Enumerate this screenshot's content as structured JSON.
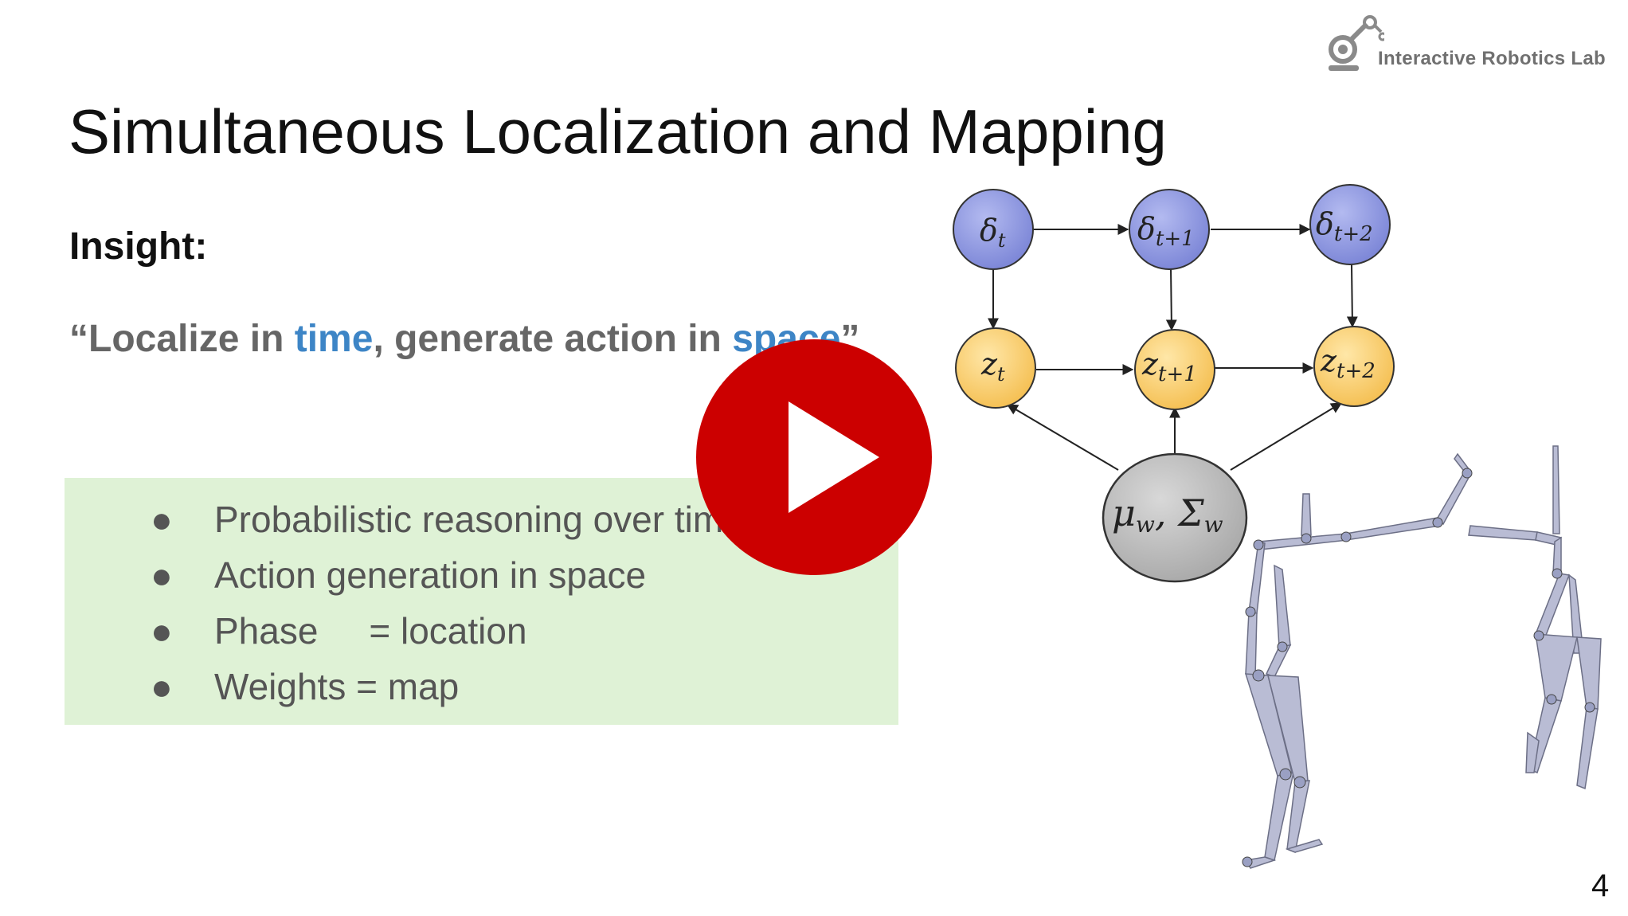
{
  "header": {
    "lab_name": "Interactive Robotics Lab",
    "logo_icon": "robot-arm-logo-icon"
  },
  "slide": {
    "title": "Simultaneous Localization and Mapping",
    "insight_label": "Insight:",
    "quote": {
      "open": "“Localize in ",
      "time": "time",
      "middle": ", generate action in ",
      "space": "space",
      "close": "”"
    },
    "bullets": [
      "Probabilistic reasoning over time",
      "Action generation in space",
      "Phase     = location",
      "Weights = map"
    ],
    "page_number": "4"
  },
  "diagram": {
    "delta_nodes": [
      "δ",
      "δ",
      "δ"
    ],
    "delta_subs": [
      "t",
      "t+1",
      "t+2"
    ],
    "z_nodes": [
      "z",
      "z",
      "z"
    ],
    "z_subs": [
      "t",
      "t+1",
      "t+2"
    ],
    "mu_sigma": "μ",
    "mu_sub": "w",
    "sigma": ", Σ",
    "sigma_sub": "w"
  },
  "colors": {
    "delta_fill": "#8e97e0",
    "z_fill": "#fbd37a",
    "root_fill": "#bdbdbd",
    "play_red": "#cc0000",
    "accent_blue": "#3d85c6",
    "green_box": "#dff2d6"
  },
  "overlay": {
    "play_icon": "play-button-icon"
  }
}
